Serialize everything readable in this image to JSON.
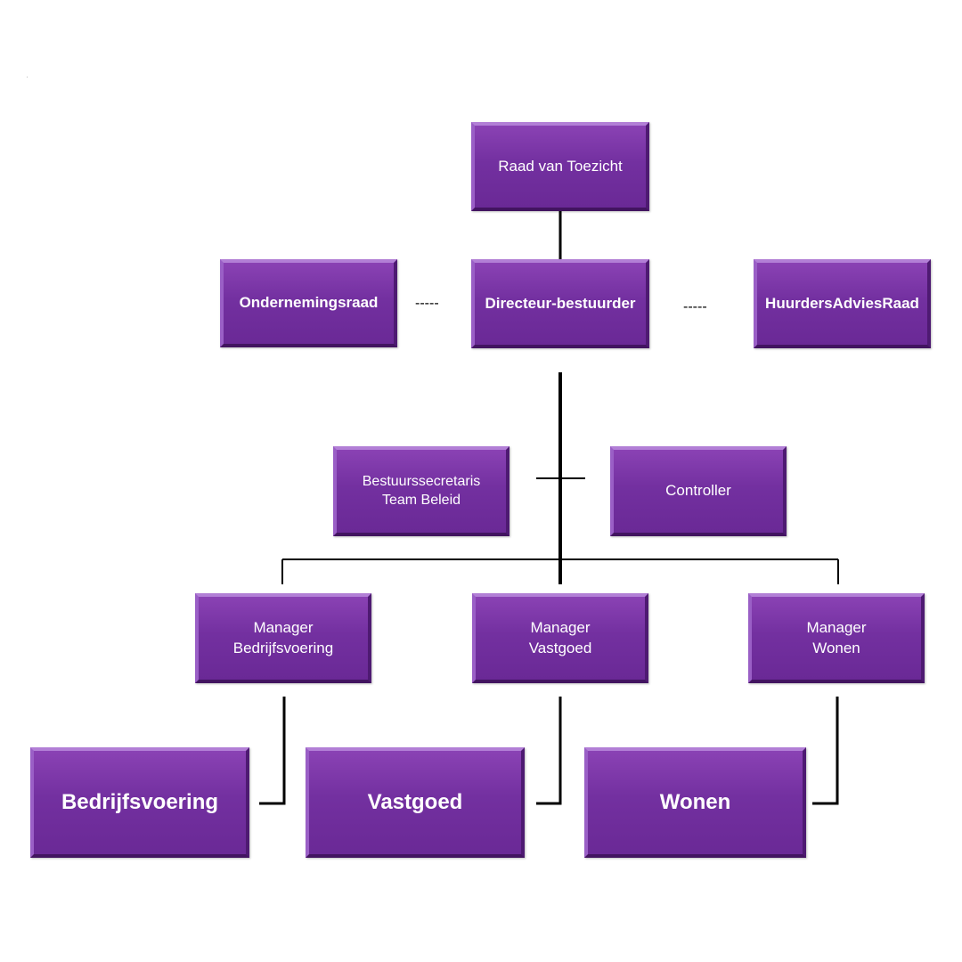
{
  "diagram": {
    "top": {
      "label": "Raad van Toezicht"
    },
    "director": {
      "label": "Directeur-bestuurder"
    },
    "left_council": {
      "label": "Ondernemingsraad"
    },
    "right_council": {
      "label": "HuurdersAdviesRaad"
    },
    "dash_left": "-----",
    "dash_right": "-----",
    "staff_left": {
      "line1": "Bestuurssecretaris",
      "line2": "Team Beleid"
    },
    "staff_right": {
      "label": "Controller"
    },
    "managers": [
      {
        "line1": "Manager",
        "line2": "Bedrijfsvoering"
      },
      {
        "line1": "Manager",
        "line2": "Vastgoed"
      },
      {
        "line1": "Manager",
        "line2": "Wonen"
      }
    ],
    "departments": [
      {
        "label": "Bedrijfsvoering"
      },
      {
        "label": "Vastgoed"
      },
      {
        "label": "Wonen"
      }
    ],
    "colors": {
      "box_fill": "#7330a0",
      "box_light_edge": "#b27fd6",
      "box_dark_edge": "#4e1a72",
      "connector": "#000000",
      "background": "#ffffff"
    }
  }
}
